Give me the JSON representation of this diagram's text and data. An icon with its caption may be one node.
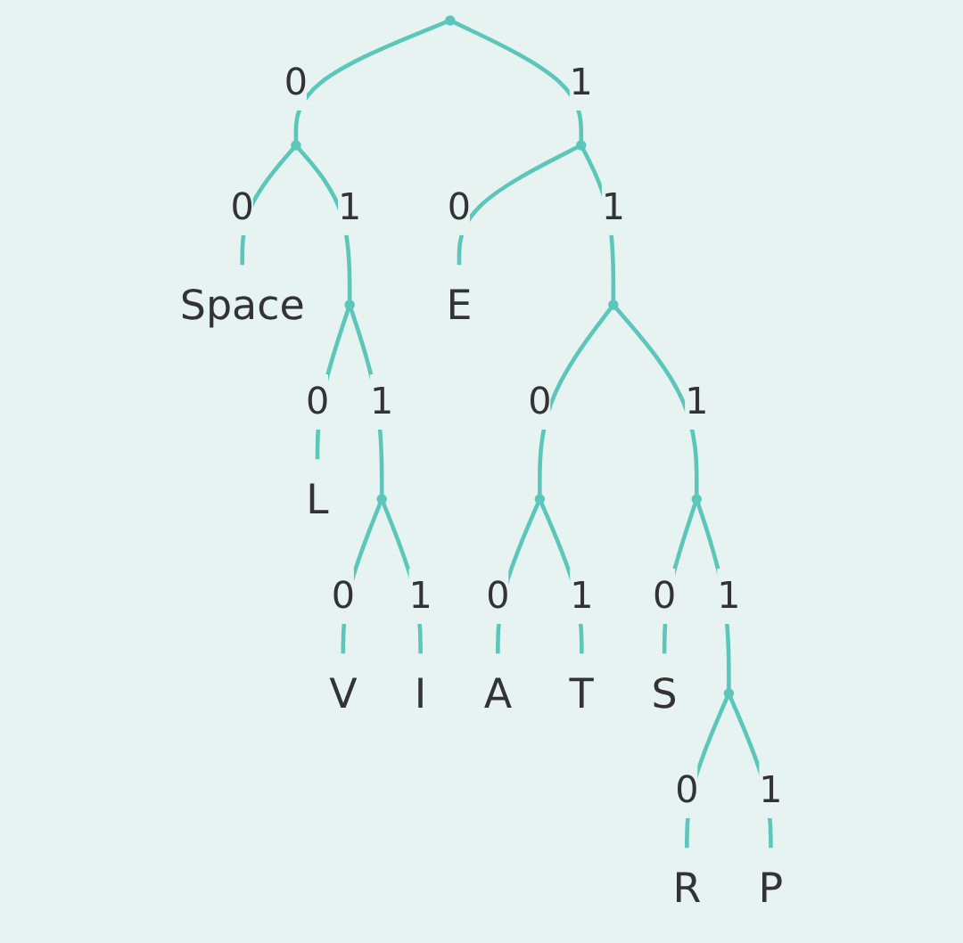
{
  "diagram": {
    "nodes": [
      {
        "text": [],
        "shape": "circle"
      },
      {
        "text": [],
        "shape": "circle"
      },
      {
        "text": [],
        "shape": "circle"
      },
      {
        "text": [
          "Space"
        ]
      },
      {
        "text": [],
        "shape": "circle"
      },
      {
        "text": [
          "E"
        ]
      },
      {
        "text": [],
        "shape": "circle"
      },
      {
        "text": [
          "L"
        ]
      },
      {
        "text": [],
        "shape": "circle"
      },
      {
        "text": [],
        "shape": "circle"
      },
      {
        "text": [],
        "shape": "circle"
      },
      {
        "text": [
          "V"
        ]
      },
      {
        "text": [
          "I"
        ]
      },
      {
        "text": [
          "A"
        ]
      },
      {
        "text": [
          "T"
        ]
      },
      {
        "text": [
          "S"
        ]
      },
      {
        "text": [],
        "shape": "circle"
      },
      {
        "text": [
          "R"
        ]
      },
      {
        "text": [
          "P"
        ]
      }
    ],
    "edges": [
      {
        "from": 0,
        "to": 1,
        "arrow": "none",
        "label": "0"
      },
      {
        "from": 0,
        "to": 2,
        "arrow": "none",
        "label": "1"
      },
      {
        "from": 1,
        "to": 3,
        "arrow": "none",
        "label": "0"
      },
      {
        "from": 1,
        "to": 4,
        "arrow": "none",
        "label": "1"
      },
      {
        "from": 2,
        "to": 5,
        "arrow": "none",
        "label": "0"
      },
      {
        "from": 2,
        "to": 6,
        "arrow": "none",
        "label": "1"
      },
      {
        "from": 4,
        "to": 7,
        "arrow": "none",
        "label": "0"
      },
      {
        "from": 4,
        "to": 8,
        "arrow": "none",
        "label": "1"
      },
      {
        "from": 6,
        "to": 9,
        "arrow": "none",
        "label": "0"
      },
      {
        "from": 6,
        "to": 10,
        "arrow": "none",
        "label": "1"
      },
      {
        "from": 8,
        "to": 11,
        "arrow": "none",
        "label": "0"
      },
      {
        "from": 8,
        "to": 12,
        "arrow": "none",
        "label": "1"
      },
      {
        "from": 9,
        "to": 13,
        "arrow": "none",
        "label": "0"
      },
      {
        "from": 9,
        "to": 14,
        "arrow": "none",
        "label": "1"
      },
      {
        "from": 10,
        "to": 15,
        "arrow": "none",
        "label": "0"
      },
      {
        "from": 10,
        "to": 16,
        "arrow": "none",
        "label": "1"
      },
      {
        "from": 16,
        "to": 17,
        "arrow": "none",
        "label": "0"
      },
      {
        "from": 16,
        "to": 18,
        "arrow": "none",
        "label": "1"
      }
    ]
  }
}
